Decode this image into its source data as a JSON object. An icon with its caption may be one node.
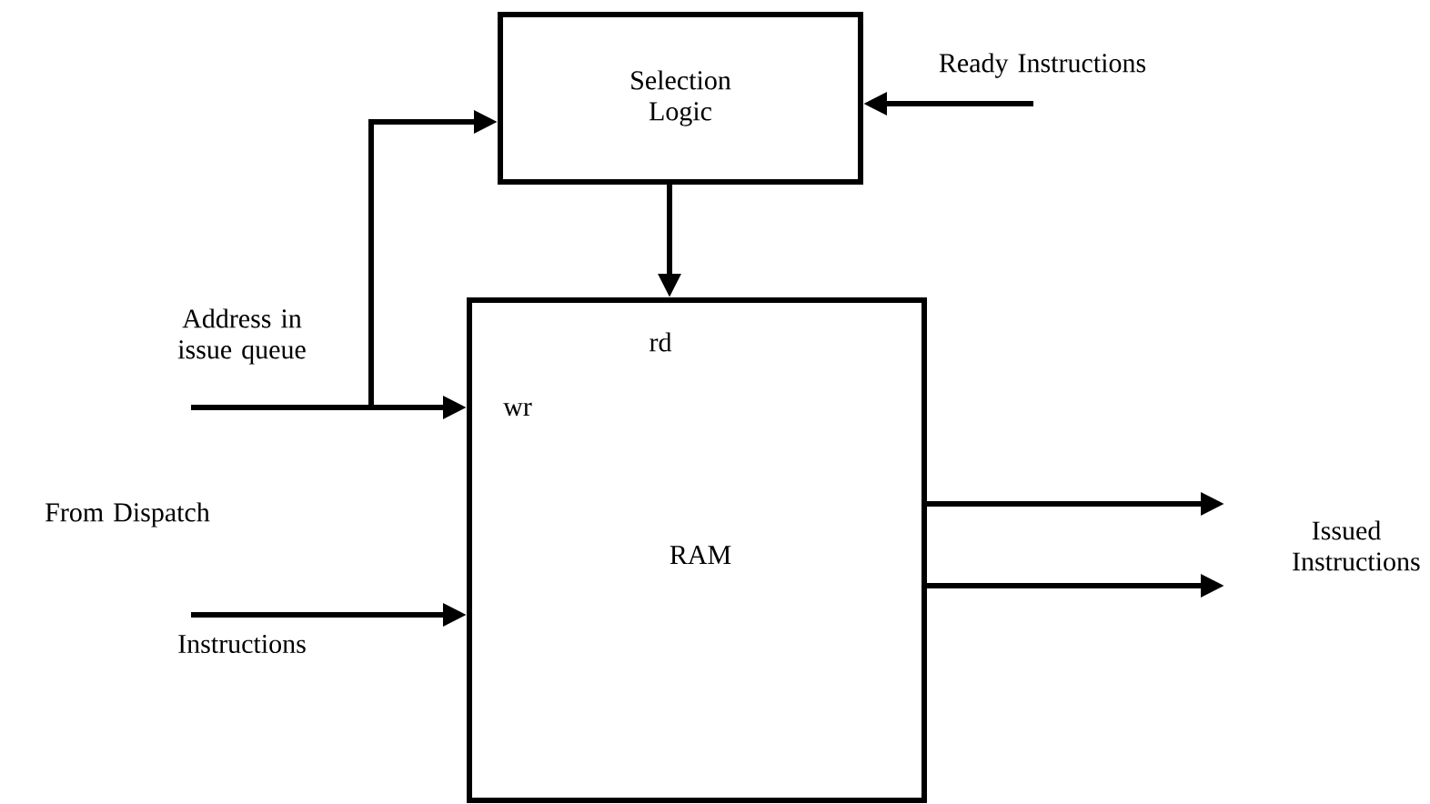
{
  "diagram": {
    "nodes": [
      {
        "text": [
          "Selection Logic"
        ]
      },
      {
        "text": [
          "rd",
          "wr",
          "RAM"
        ]
      }
    ],
    "edges": [
      {
        "from": null,
        "to": 0,
        "arrow": "to"
      },
      {
        "from": null,
        "to": 1,
        "arrow": "to"
      },
      {
        "from": null,
        "to": 0,
        "arrow": "to"
      },
      {
        "from": 0,
        "to": 1,
        "arrow": "to"
      },
      {
        "from": null,
        "to": 1,
        "arrow": "to"
      },
      {
        "from": 1,
        "to": null,
        "arrow": "to"
      },
      {
        "from": 1,
        "to": null,
        "arrow": "to"
      }
    ],
    "labels": [
      "Ready Instructions",
      "Address in issue queue",
      "From Dispatch",
      "Instructions",
      "Issued Instructions"
    ]
  }
}
